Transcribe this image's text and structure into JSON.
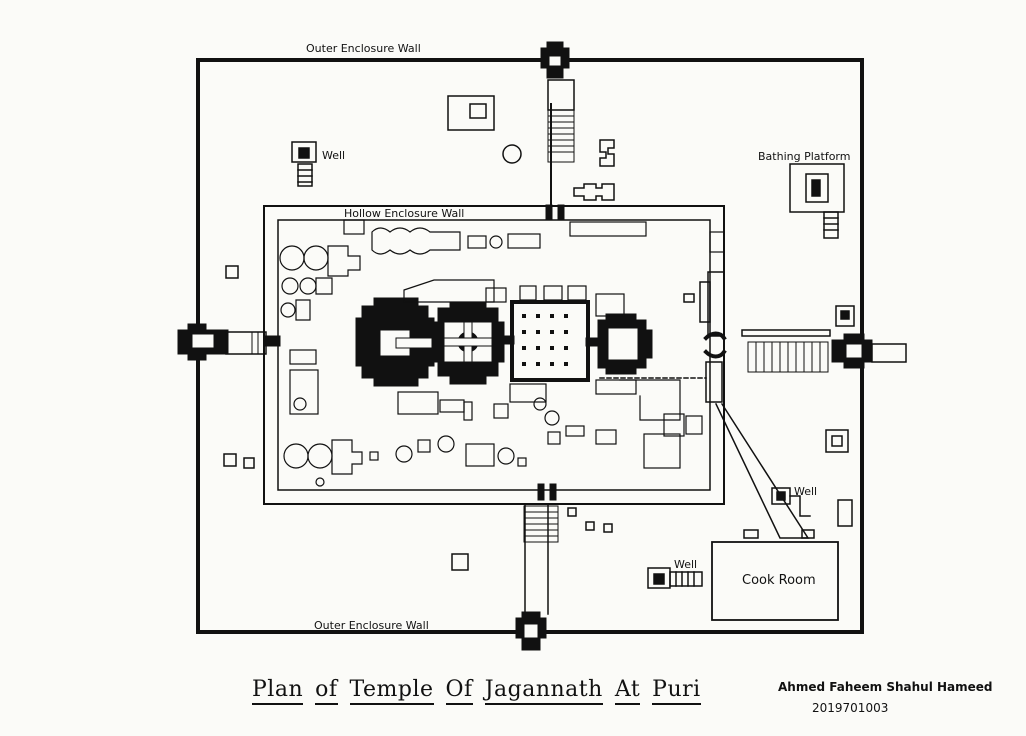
{
  "labels": {
    "outer_wall_top": "Outer Enclosure Wall",
    "outer_wall_bottom": "Outer Enclosure Wall",
    "hollow_wall": "Hollow Enclosure Wall",
    "well_nw": "Well",
    "well_e": "Well",
    "well_se": "Well",
    "bathing_platform": "Bathing Platform",
    "cook_room": "Cook Room"
  },
  "title_words": [
    "Plan",
    "of",
    "Temple",
    "Of",
    "Jagannath",
    "At",
    "Puri"
  ],
  "author": "Ahmed Faheem Shahul Hameed",
  "roll_no": "2019701003"
}
